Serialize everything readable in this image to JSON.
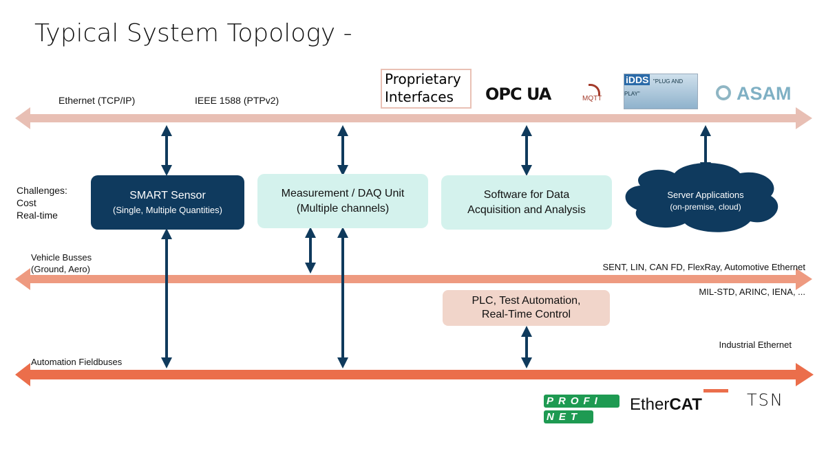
{
  "title": "Typical System Topology -",
  "top_bus": {
    "label1": "Ethernet (TCP/IP)",
    "label2": "IEEE 1588 (PTPv2)",
    "color": "#e8bfb4"
  },
  "proprietary": {
    "line1": "Proprietary",
    "line2": "Interfaces"
  },
  "logos": {
    "opcua": "OPC UA",
    "mqtt": "MQTT",
    "idds": "iDDS",
    "idds_tag": "\"PLUG AND PLAY\"",
    "asam": "ASAM",
    "profinet_1": "PROFI",
    "profinet_2": "NET",
    "ethercat_1": "Ether",
    "ethercat_2": "CAT",
    "tsn": "TSN"
  },
  "challenges": {
    "line1": "Challenges:",
    "line2": "Cost",
    "line3": "Real-time"
  },
  "boxes": {
    "smart": {
      "line1": "SMART Sensor",
      "line2": "(Single, Multiple Quantities)",
      "color": "#0f3a5e"
    },
    "daq": {
      "line1": "Measurement / DAQ Unit",
      "line2": "(Multiple channels)",
      "color": "#d4f2ed"
    },
    "software": {
      "line1": "Software for Data",
      "line2": "Acquisition and Analysis",
      "color": "#d4f2ed"
    },
    "server": {
      "line1": "Server Applications",
      "line2": "(on-premise, cloud)",
      "color": "#0f3a5e"
    },
    "plc": {
      "line1": "PLC, Test Automation,",
      "line2": "Real-Time Control",
      "color": "#f1d5ca"
    }
  },
  "vehicle_bus": {
    "label1": "Vehicle Busses",
    "label2": "(Ground, Aero)",
    "right1": "SENT, LIN, CAN FD, FlexRay, Automotive Ethernet",
    "right2": "MIL-STD, ARINC, IENA, ...",
    "color": "#ee9a80"
  },
  "field_bus": {
    "label": "Automation Fieldbuses",
    "right": "Industrial Ethernet",
    "color": "#eb6e4b"
  },
  "arrow_color": "#0f3a5c"
}
